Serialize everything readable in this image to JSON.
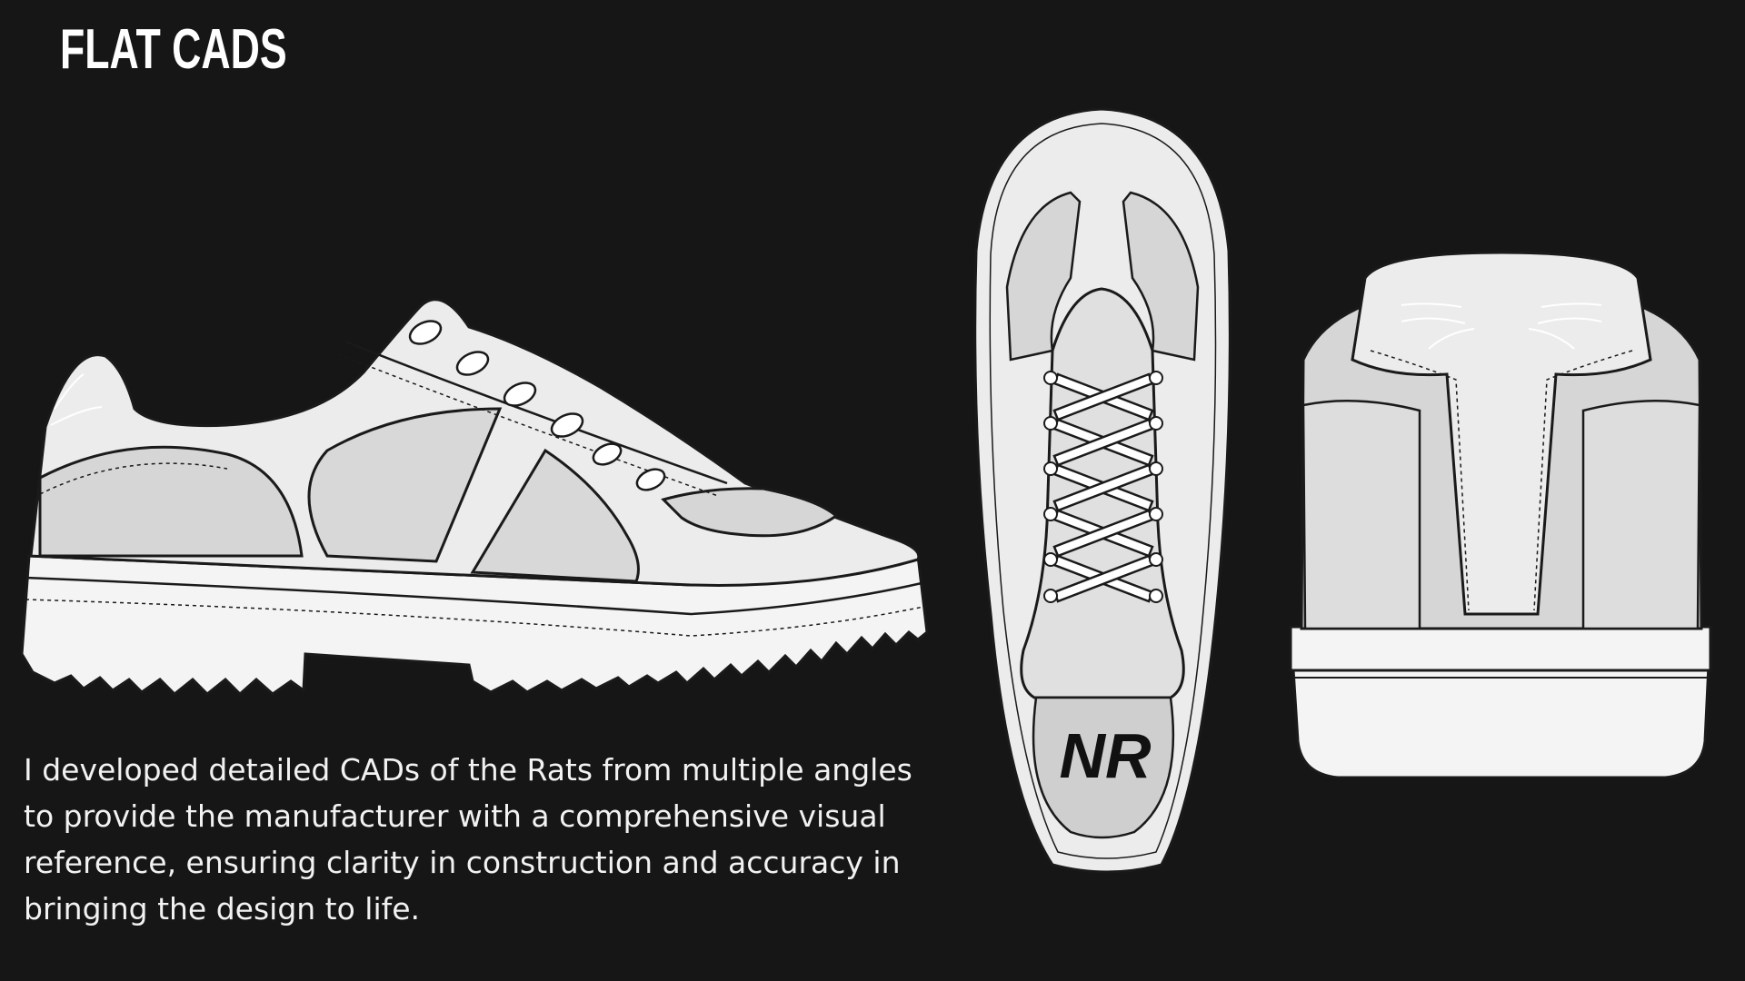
{
  "page": {
    "title": "FLAT CADS",
    "description": "I developed detailed CADs of the Rats from multiple angles to provide the manufacturer with a comprehensive visual reference, ensuring clarity in construction and accuracy in bringing the design to life."
  },
  "views": {
    "side": {
      "name": "side-view"
    },
    "top": {
      "name": "top-view",
      "insole_logo": "NR"
    },
    "back": {
      "name": "back-view"
    }
  },
  "colors": {
    "background": "#161616",
    "outline": "#1a1a1a",
    "upper_light": "#ececec",
    "upper_mid": "#d6d6d6",
    "sole": "#f4f4f4",
    "insole": "#cfcfcf"
  }
}
